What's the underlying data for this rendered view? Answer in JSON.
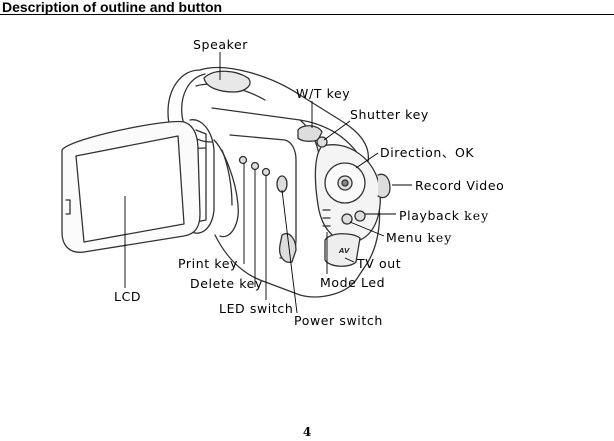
{
  "heading": "Description of outline and button",
  "labels": {
    "speaker": "Speaker",
    "wt_key": "W/T  key",
    "shutter_key": "Shutter  key",
    "direction_ok": "Direction、OK",
    "record_video": "Record  Video",
    "playback_key": "Playback",
    "playback_key_suffix": "key",
    "menu_key": "Menu",
    "menu_key_suffix": "key",
    "tv_out": "TV  out",
    "mode_led": "Mode  Led",
    "print_key": "Print  key",
    "delete_key": "Delete  key",
    "lcd": "LCD",
    "led_switch": "LED  switch",
    "power_switch": "Power  switch"
  },
  "port_mark": "AV",
  "page_number": "4"
}
